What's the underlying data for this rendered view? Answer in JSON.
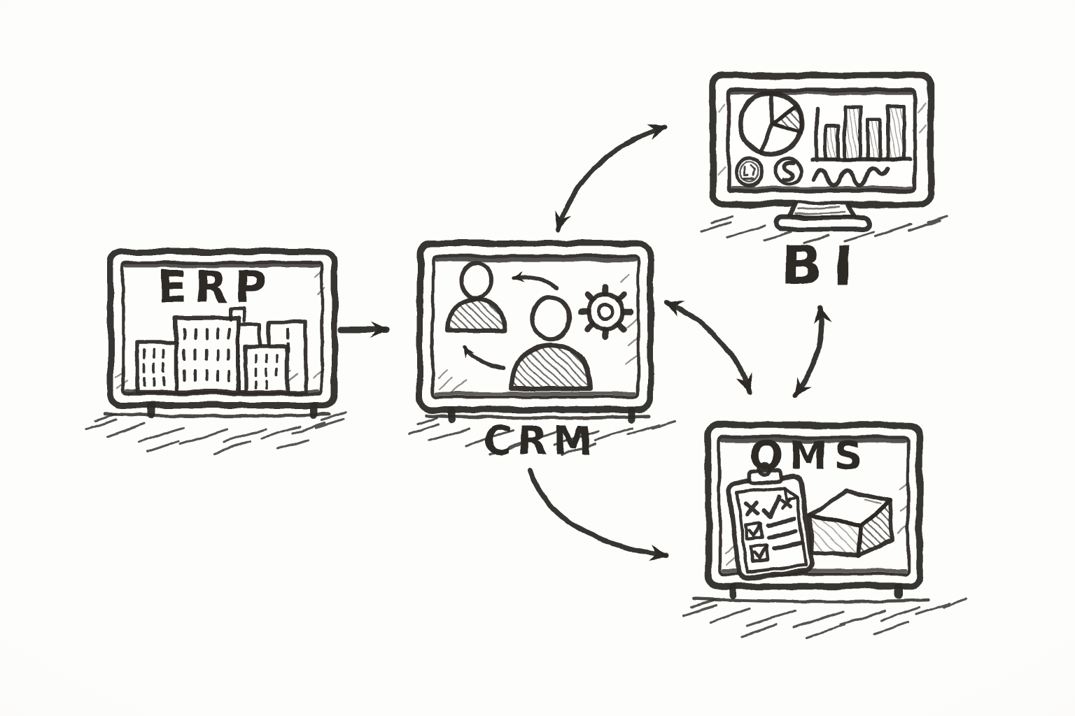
{
  "canvas": {
    "style": "hand-drawn-sketch",
    "background": "#fbfaf8",
    "ink_color": "#2d2a27"
  },
  "nodes": {
    "erp": {
      "label": "ERP",
      "kind": "device-panel",
      "icon": "city-buildings-icon",
      "label_position": "inside-top"
    },
    "crm": {
      "label": "CRM",
      "kind": "device-panel",
      "icon": "customers-and-gear-icon",
      "label_position": "below-device"
    },
    "bi": {
      "label": "BI",
      "kind": "desktop-monitor",
      "icon": "analytics-dashboard-icon",
      "label_position": "below-device"
    },
    "oms": {
      "label": "OMS",
      "kind": "device-panel",
      "icon": "order-checklist-and-package-icon",
      "label_position": "inside-top"
    }
  },
  "connections": [
    {
      "id": "erp-to-crm",
      "from": "ERP",
      "to": "CRM",
      "arrow": "one-way",
      "shape": "straight"
    },
    {
      "id": "crm-bi",
      "from": "CRM",
      "to": "BI",
      "arrow": "two-way",
      "shape": "curved"
    },
    {
      "id": "crm-oms",
      "from": "CRM",
      "to": "OMS",
      "arrow": "two-way",
      "shape": "curved"
    },
    {
      "id": "oms-bi",
      "from": "OMS",
      "to": "BI",
      "arrow": "two-way",
      "shape": "curved"
    },
    {
      "id": "crm-to-oms-low",
      "from": "CRM",
      "to": "OMS",
      "arrow": "one-way",
      "shape": "curved-low"
    }
  ]
}
